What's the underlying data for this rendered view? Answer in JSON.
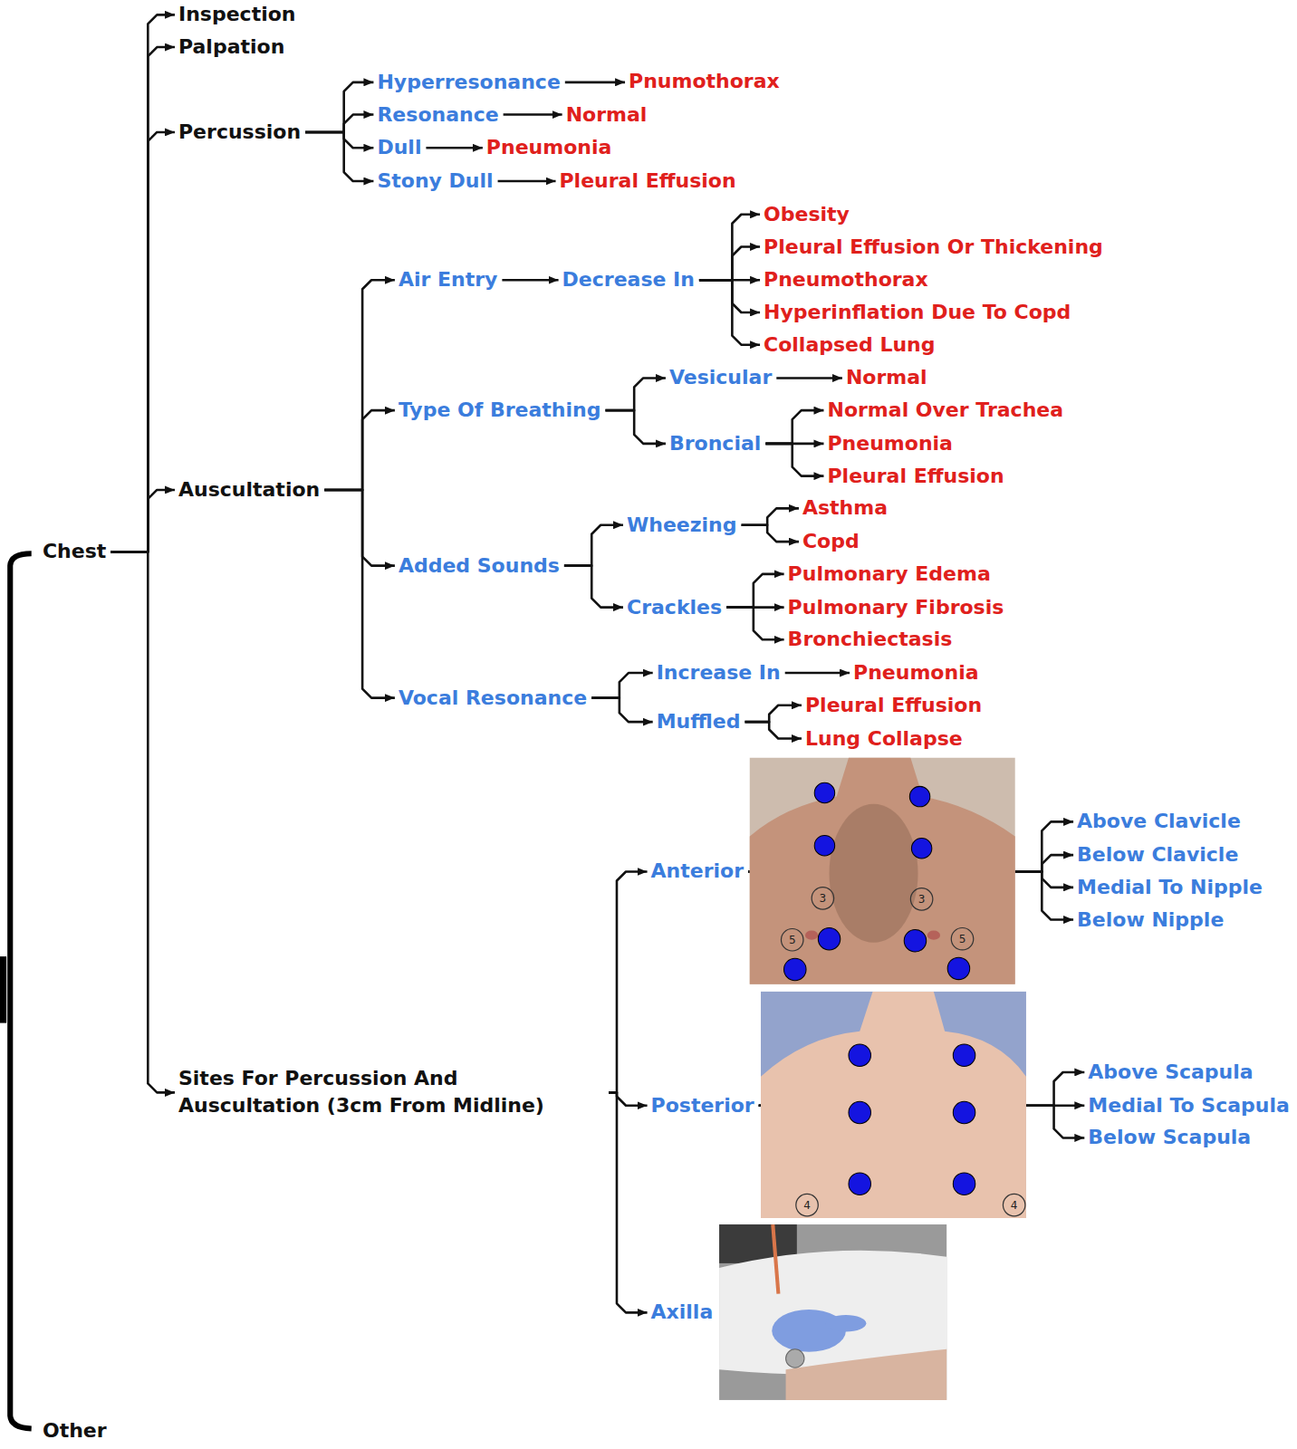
{
  "diagram": {
    "nodes": [
      {
        "text": [
          "Chest"
        ]
      },
      {
        "text": [
          "Inspection"
        ]
      },
      {
        "text": [
          "Palpation"
        ]
      },
      {
        "text": [
          "Percussion"
        ]
      },
      {
        "text": [
          "Hyperresonance"
        ]
      },
      {
        "text": [
          "Pnumothorax"
        ]
      },
      {
        "text": [
          "Resonance"
        ]
      },
      {
        "text": [
          "Normal"
        ]
      },
      {
        "text": [
          "Dull"
        ]
      },
      {
        "text": [
          "Pneumonia"
        ]
      },
      {
        "text": [
          "Stony Dull"
        ]
      },
      {
        "text": [
          "Pleural Effusion"
        ]
      },
      {
        "text": [
          "Auscultation"
        ]
      },
      {
        "text": [
          "Air Entry"
        ]
      },
      {
        "text": [
          "Decrease In"
        ]
      },
      {
        "text": [
          "Obesity"
        ]
      },
      {
        "text": [
          "Pleural Effusion Or Thickening"
        ]
      },
      {
        "text": [
          "Pneumothorax"
        ]
      },
      {
        "text": [
          "Hyperinflation Due To Copd"
        ]
      },
      {
        "text": [
          "Collapsed Lung"
        ]
      },
      {
        "text": [
          "Type Of Breathing"
        ]
      },
      {
        "text": [
          "Vesicular"
        ]
      },
      {
        "text": [
          "Normal"
        ]
      },
      {
        "text": [
          "Broncial"
        ]
      },
      {
        "text": [
          "Normal Over Trachea"
        ]
      },
      {
        "text": [
          "Pneumonia"
        ]
      },
      {
        "text": [
          "Pleural Effusion"
        ]
      },
      {
        "text": [
          "Added Sounds"
        ]
      },
      {
        "text": [
          "Wheezing"
        ]
      },
      {
        "text": [
          "Asthma"
        ]
      },
      {
        "text": [
          "Copd"
        ]
      },
      {
        "text": [
          "Crackles"
        ]
      },
      {
        "text": [
          "Pulmonary Edema"
        ]
      },
      {
        "text": [
          "Pulmonary Fibrosis"
        ]
      },
      {
        "text": [
          "Bronchiectasis"
        ]
      },
      {
        "text": [
          "Vocal Resonance"
        ]
      },
      {
        "text": [
          "Increase In"
        ]
      },
      {
        "text": [
          "Pneumonia"
        ]
      },
      {
        "text": [
          "Muffled"
        ]
      },
      {
        "text": [
          "Pleural Effusion"
        ]
      },
      {
        "text": [
          "Lung Collapse"
        ]
      },
      {
        "text": [
          "Sites For Percussion And Auscultation (3cm From Midline)"
        ]
      },
      {
        "text": [
          "Anterior"
        ]
      },
      {
        "text": [
          "Above Clavicle"
        ]
      },
      {
        "text": [
          "Below Clavicle"
        ]
      },
      {
        "text": [
          "Medial To Nipple"
        ]
      },
      {
        "text": [
          "Below Nipple"
        ]
      },
      {
        "text": [
          "Posterior"
        ]
      },
      {
        "text": [
          "Above Scapula"
        ]
      },
      {
        "text": [
          "Medial To Scapula"
        ]
      },
      {
        "text": [
          "Below Scapula"
        ]
      },
      {
        "text": [
          "Axilla"
        ]
      },
      {
        "text": [
          "Other"
        ]
      }
    ],
    "edges": [
      {
        "from": 0,
        "to": 1,
        "arrow": "to"
      },
      {
        "from": 0,
        "to": 2,
        "arrow": "to"
      },
      {
        "from": 0,
        "to": 3,
        "arrow": "to"
      },
      {
        "from": 0,
        "to": 12,
        "arrow": "to"
      },
      {
        "from": 0,
        "to": 41,
        "arrow": "to"
      },
      {
        "from": 3,
        "to": 4,
        "arrow": "to"
      },
      {
        "from": 3,
        "to": 6,
        "arrow": "to"
      },
      {
        "from": 3,
        "to": 8,
        "arrow": "to"
      },
      {
        "from": 3,
        "to": 10,
        "arrow": "to"
      },
      {
        "from": 4,
        "to": 5,
        "arrow": "to"
      },
      {
        "from": 6,
        "to": 7,
        "arrow": "to"
      },
      {
        "from": 8,
        "to": 9,
        "arrow": "to"
      },
      {
        "from": 10,
        "to": 11,
        "arrow": "to"
      },
      {
        "from": 12,
        "to": 13,
        "arrow": "to"
      },
      {
        "from": 12,
        "to": 20,
        "arrow": "to"
      },
      {
        "from": 12,
        "to": 27,
        "arrow": "to"
      },
      {
        "from": 12,
        "to": 35,
        "arrow": "to"
      },
      {
        "from": 13,
        "to": 14,
        "arrow": "to"
      },
      {
        "from": 14,
        "to": 15,
        "arrow": "to"
      },
      {
        "from": 14,
        "to": 16,
        "arrow": "to"
      },
      {
        "from": 14,
        "to": 17,
        "arrow": "to"
      },
      {
        "from": 14,
        "to": 18,
        "arrow": "to"
      },
      {
        "from": 14,
        "to": 19,
        "arrow": "to"
      },
      {
        "from": 20,
        "to": 21,
        "arrow": "to"
      },
      {
        "from": 20,
        "to": 23,
        "arrow": "to"
      },
      {
        "from": 21,
        "to": 22,
        "arrow": "to"
      },
      {
        "from": 23,
        "to": 24,
        "arrow": "to"
      },
      {
        "from": 23,
        "to": 25,
        "arrow": "to"
      },
      {
        "from": 23,
        "to": 26,
        "arrow": "to"
      },
      {
        "from": 27,
        "to": 28,
        "arrow": "to"
      },
      {
        "from": 27,
        "to": 31,
        "arrow": "to"
      },
      {
        "from": 28,
        "to": 29,
        "arrow": "to"
      },
      {
        "from": 28,
        "to": 30,
        "arrow": "to"
      },
      {
        "from": 31,
        "to": 32,
        "arrow": "to"
      },
      {
        "from": 31,
        "to": 33,
        "arrow": "to"
      },
      {
        "from": 31,
        "to": 34,
        "arrow": "to"
      },
      {
        "from": 35,
        "to": 36,
        "arrow": "to"
      },
      {
        "from": 35,
        "to": 38,
        "arrow": "to"
      },
      {
        "from": 36,
        "to": 37,
        "arrow": "to"
      },
      {
        "from": 38,
        "to": 39,
        "arrow": "to"
      },
      {
        "from": 38,
        "to": 40,
        "arrow": "to"
      },
      {
        "from": 41,
        "to": 42,
        "arrow": "to"
      },
      {
        "from": 41,
        "to": 47,
        "arrow": "to"
      },
      {
        "from": 41,
        "to": 51,
        "arrow": "to"
      },
      {
        "from": 42,
        "to": 43,
        "arrow": "to"
      },
      {
        "from": 42,
        "to": 44,
        "arrow": "to"
      },
      {
        "from": 42,
        "to": 45,
        "arrow": "to"
      },
      {
        "from": 42,
        "to": 46,
        "arrow": "to"
      },
      {
        "from": 47,
        "to": 48,
        "arrow": "to"
      },
      {
        "from": 47,
        "to": 49,
        "arrow": "to"
      },
      {
        "from": 47,
        "to": 50,
        "arrow": "to"
      }
    ],
    "labels": [
      "3",
      "3",
      "5",
      "5",
      "4",
      "4"
    ]
  }
}
